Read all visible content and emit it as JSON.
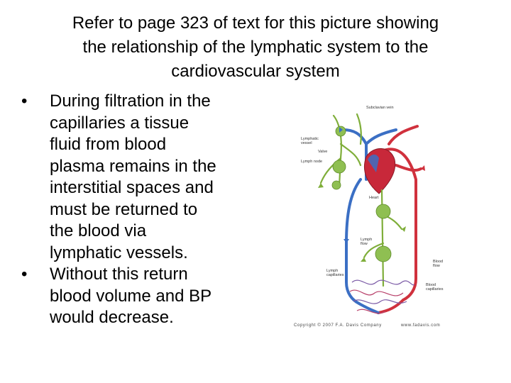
{
  "title": {
    "lines": [
      "Refer to page 323 of text for this picture showing",
      "the relationship of the lymphatic system to the",
      "cardiovascular system"
    ]
  },
  "bullets": [
    {
      "marker": "•",
      "lines": [
        "During filtration in the",
        "capillaries a tissue",
        "fluid from blood",
        "plasma remains in the",
        "interstitial spaces and",
        "must be returned to",
        "the blood via",
        "lymphatic vessels."
      ]
    },
    {
      "marker": "•",
      "lines": [
        "Without this return",
        "blood volume and BP",
        "would decrease."
      ]
    }
  ],
  "figure": {
    "labels": {
      "subclavian": "Subclavian vein",
      "lymphatic_vessel_1": "Lymphatic",
      "lymphatic_vessel_2": "vessel",
      "valve": "Valve",
      "lymph_node": "Lymph node",
      "heart": "Heart",
      "lymph_flow_1": "Lymph",
      "lymph_flow_2": "flow",
      "blood_flow_1": "Blood",
      "blood_flow_2": "flow",
      "lymph_capillaries_1": "Lymph",
      "lymph_capillaries_2": "capillaries",
      "blood_capillaries_1": "Blood",
      "blood_capillaries_2": "capillaries"
    },
    "copyright": "Copyright © 2007 F.A. Davis Company",
    "website": "www.fadavis.com",
    "colors": {
      "artery": "#d0313d",
      "vein": "#3b6fc4",
      "lymph": "#7fae3a",
      "node": "#8fbf52",
      "heart": "#c8283a"
    }
  }
}
